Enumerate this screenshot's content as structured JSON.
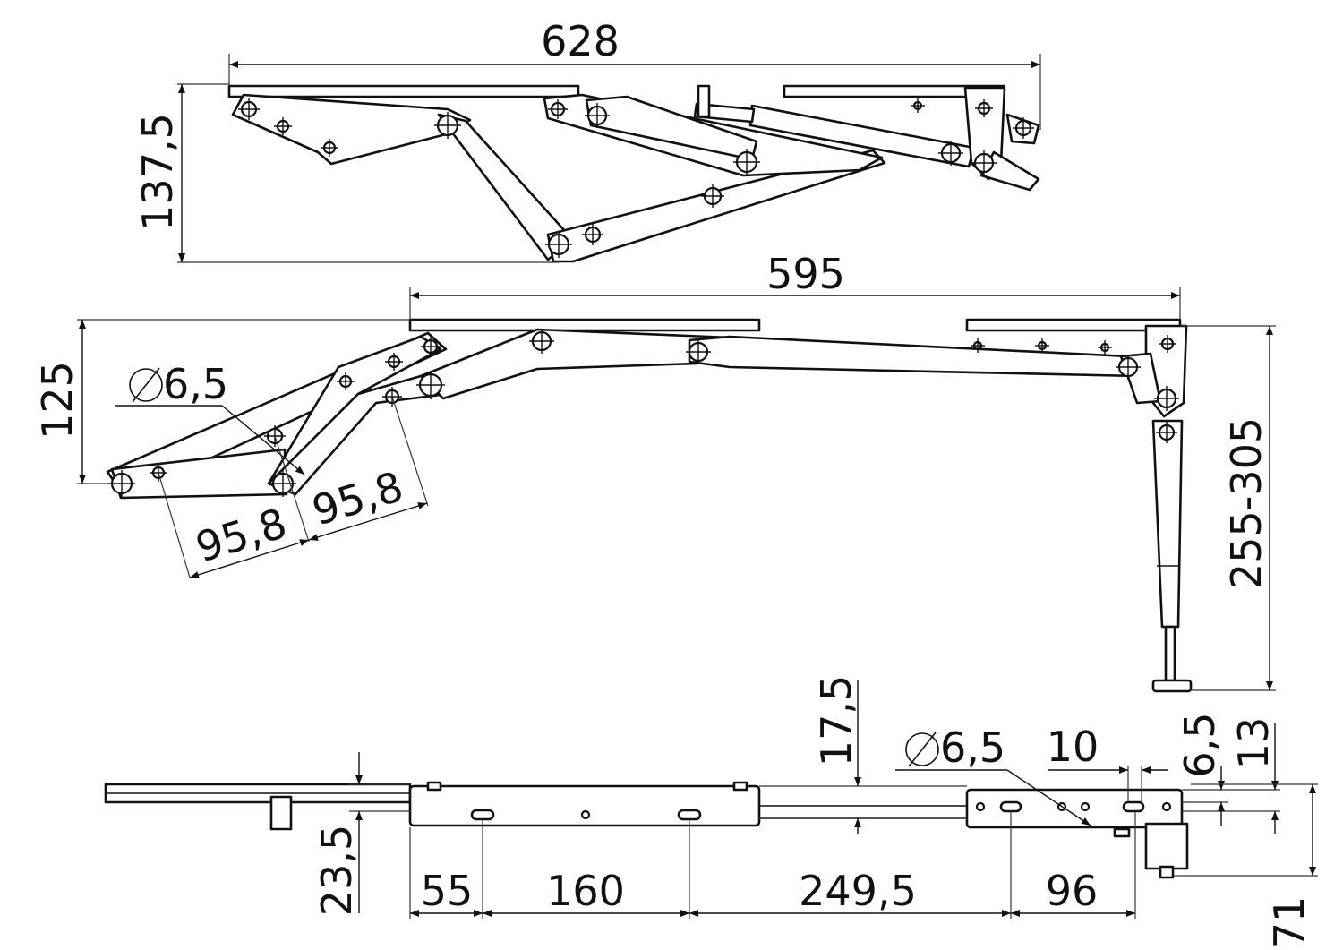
{
  "dimensions": {
    "top_width": "628",
    "top_height": "137,5",
    "mid_width": "595",
    "mid_height": "125",
    "mid_hole": "6,5",
    "mid_link_a": "95,8",
    "mid_link_b": "95,8",
    "mid_leg": "255-305",
    "bot_h1": "17,5",
    "bot_hole": "6,5",
    "bot_slot": "10",
    "bot_h2": "6,5",
    "bot_h3": "13",
    "bot_left": "23,5",
    "bot_d1": "55",
    "bot_d2": "160",
    "bot_d3": "249,5",
    "bot_d4": "96",
    "bot_right": "71"
  },
  "diameter_symbol": "∅",
  "colors": {
    "line": "#111111",
    "background": "#ffffff"
  }
}
